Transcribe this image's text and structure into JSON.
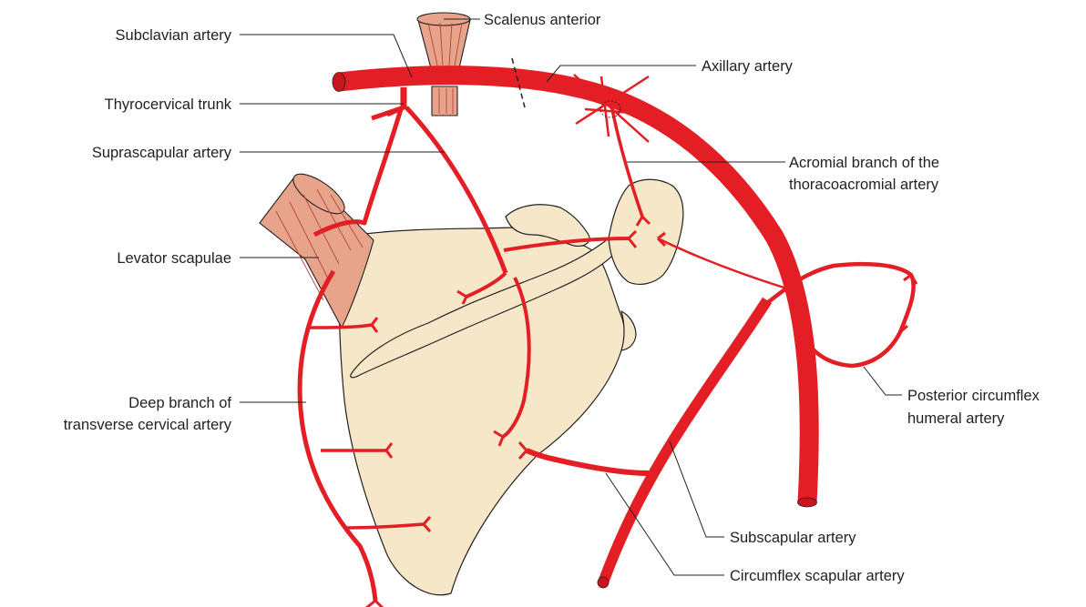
{
  "labels": {
    "subclavian_artery": "Subclavian artery",
    "scalenus_anterior": "Scalenus anterior",
    "axillary_artery": "Axillary artery",
    "thyrocervical_trunk": "Thyrocervical trunk",
    "suprascapular_artery": "Suprascapular artery",
    "acromial_branch_line1": "Acromial branch of the",
    "acromial_branch_line2": "thoracoacromial artery",
    "levator_scapulae": "Levator scapulae",
    "deep_branch_line1": "Deep branch of",
    "deep_branch_line2": "transverse cervical artery",
    "posterior_circumflex_line1": "Posterior circumflex",
    "posterior_circumflex_line2": "humeral artery",
    "subscapular_artery": "Subscapular artery",
    "circumflex_scapular_artery": "Circumflex scapular artery"
  },
  "colors": {
    "artery": "#e31e24",
    "bone": "#f6e7c8",
    "muscle": "#e8a48b",
    "text": "#231f20"
  }
}
